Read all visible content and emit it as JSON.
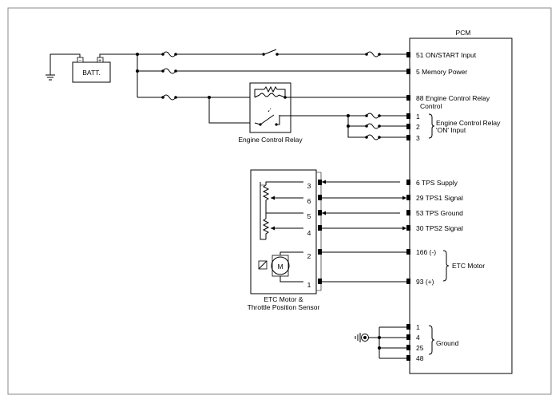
{
  "pcm": {
    "title": "PCM",
    "pins": {
      "on_start": "51 ON/START Input",
      "memory": "5 Memory Power",
      "ecr_control_1": "88 Engine Control Relay",
      "ecr_control_2": "Control",
      "p1": "1",
      "p2": "2",
      "p3": "3",
      "ecr_on_1": "Engine Control Relay",
      "ecr_on_2": "'ON' Input",
      "tps_supply": "6 TPS Supply",
      "tps1": "29 TPS1 Signal",
      "tps_ground": "53 TPS Ground",
      "tps2": "30 TPS2 Signal",
      "motor_neg": "166 (-)",
      "motor_pos": "93 (+)",
      "etc_motor": "ETC Motor",
      "g1": "1",
      "g4": "4",
      "g25": "25",
      "g48": "48",
      "ground": "Ground"
    }
  },
  "battery": {
    "label": "BATT."
  },
  "relay": {
    "label": "Engine Control Relay"
  },
  "sensor": {
    "label_1": "ETC Motor &",
    "label_2": "Throttle Position Sensor",
    "pins": [
      "3",
      "6",
      "5",
      "4",
      "2",
      "1"
    ],
    "motor_symbol": "M"
  }
}
